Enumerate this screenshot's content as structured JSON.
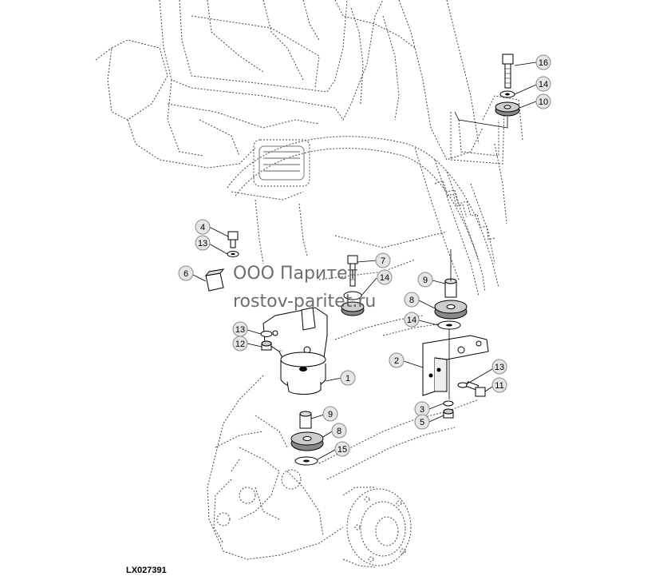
{
  "figure_id": "LX027391",
  "watermark": {
    "line1": "ООО Паритет",
    "line2": "rostov-paritet.ru"
  },
  "callouts": [
    "16",
    "14",
    "10",
    "4",
    "13",
    "7",
    "14",
    "6",
    "9",
    "8",
    "14",
    "13",
    "12",
    "1",
    "2",
    "13",
    "11",
    "3",
    "5",
    "9",
    "8",
    "15"
  ]
}
